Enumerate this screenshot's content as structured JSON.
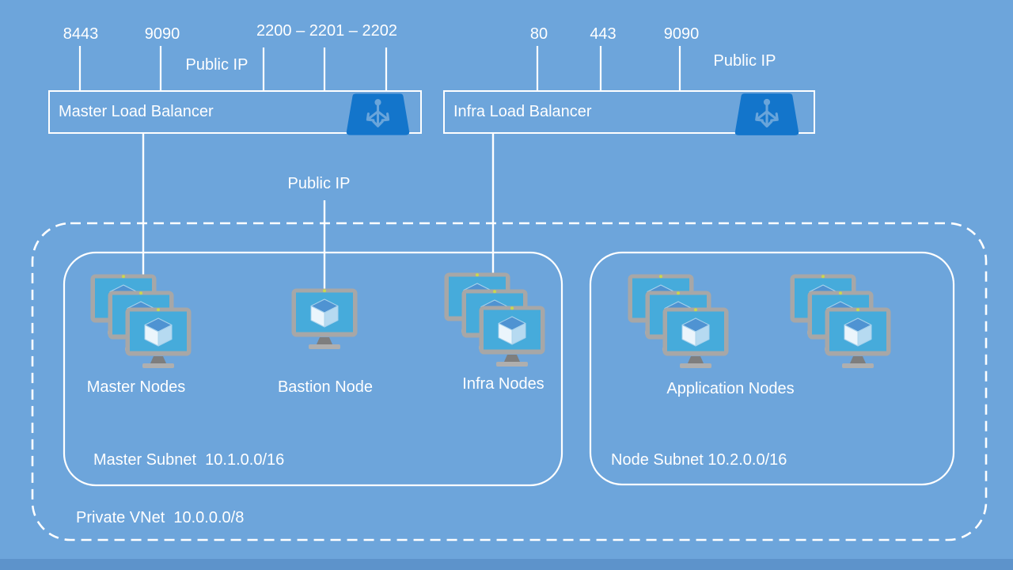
{
  "colors": {
    "background": "#6DA5DB",
    "bottom_strip": "#5D93CB",
    "wire": "#FFFFFF",
    "lb_icon_blue": "#1375CB",
    "lb_icon_glyph": "#69A5DB",
    "monitor_frame": "#A7A7A7",
    "monitor_screen": "#46ABDB",
    "monitor_stand": "#7E7E7E",
    "monitor_base": "#AFAFAF",
    "cube_top": "#4F93D2",
    "cube_left": "#EBF5FC",
    "cube_right": "#B6DAF1",
    "power_dot": "#C9D74E"
  },
  "master_lb": {
    "label": "Master Load Balancer",
    "icon": "load-balancer-icon",
    "public_ip_label": "Public IP",
    "ports": [
      "8443",
      "9090",
      "2200 – 2201 – 2202"
    ]
  },
  "infra_lb": {
    "label": "Infra Load Balancer",
    "icon": "load-balancer-icon",
    "public_ip_label": "Public IP",
    "ports": [
      "80",
      "443",
      "9090"
    ]
  },
  "bastion": {
    "public_ip_label": "Public IP"
  },
  "vnet": {
    "label": "Private VNet  10.0.0.0/8"
  },
  "subnets": [
    {
      "label": "Master Subnet  10.1.0.0/16"
    },
    {
      "label": "Node Subnet 10.2.0.0/16"
    }
  ],
  "node_groups": [
    {
      "label": "Master Nodes",
      "count": 3,
      "icon": "vm-icon"
    },
    {
      "label": "Bastion Node",
      "count": 1,
      "icon": "vm-icon"
    },
    {
      "label": "Infra Nodes",
      "count": 3,
      "icon": "vm-icon"
    },
    {
      "label": "Application Nodes",
      "count": 6,
      "icon": "vm-icon"
    }
  ]
}
